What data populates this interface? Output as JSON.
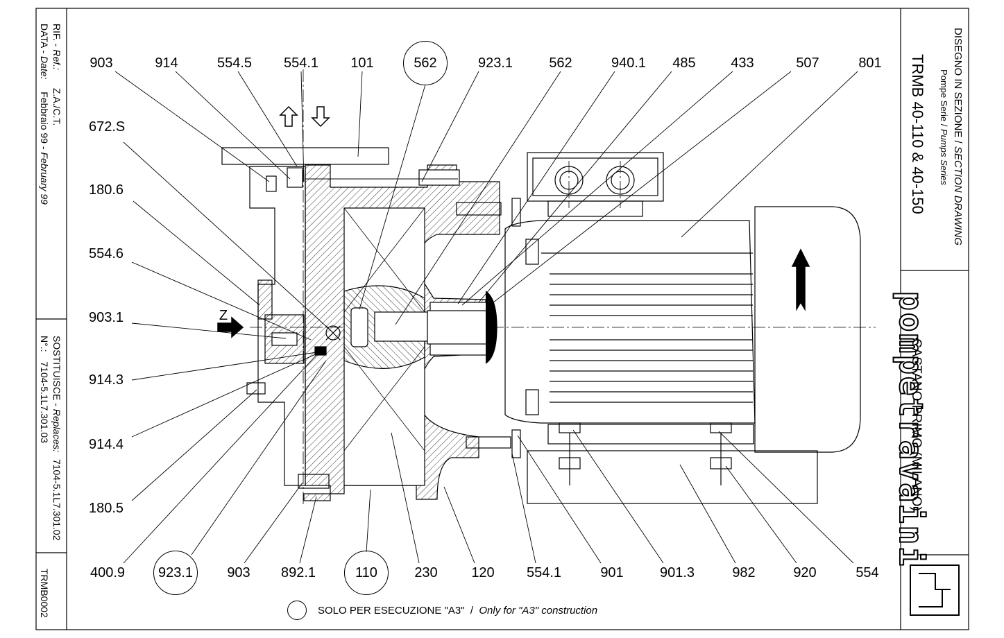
{
  "title_block": {
    "drawing_type": "DISEGNO IN SEZIONE /",
    "drawing_type_en": "SECTION DRAWING",
    "series": "Pompe Serie /",
    "series_en": "Pumps Series",
    "model": "TRMB 40-110  &  40-150",
    "company": "pompetravaini",
    "location": "CASTANO PRIMO  (MILANO)",
    "ref_label": "RIF. -",
    "ref_label_en": "Ref.:",
    "ref_value": "Z.A./C.T.",
    "date_label": "DATA -",
    "date_label_en": "Date:",
    "date_value_it": "Febbraio 99 -",
    "date_value_en": "February 99",
    "replaces_label": "SOSTITUISCE -",
    "replaces_label_en": "Replaces:",
    "replaces_value": "7104-5.1L7.301.02",
    "number_label": "N°.:",
    "number_value": "7104-5.1L7.301.03",
    "code": "TRMB0002"
  },
  "view_label": "Z",
  "top_labels": [
    "903",
    "914",
    "554.5",
    "554.1",
    "101",
    "562",
    "923.1",
    "562",
    "940.1",
    "485",
    "433",
    "507",
    "801"
  ],
  "left_labels": [
    "672.S",
    "180.6",
    "554.6",
    "903.1",
    "914.3",
    "914.4",
    "180.5"
  ],
  "bottom_labels": [
    "400.9",
    "923.1",
    "903",
    "892.1",
    "110",
    "230",
    "120",
    "554.1",
    "901",
    "901.3",
    "982",
    "920",
    "554"
  ],
  "circled": {
    "top": [
      5
    ],
    "bottom": [
      1,
      4
    ]
  },
  "legend": {
    "text": "SOLO PER ESECUZIONE \"A3\"  /  ",
    "text_en": "Only for \"A3\" construction"
  },
  "colors": {
    "ink": "#000000",
    "paper": "#ffffff"
  }
}
